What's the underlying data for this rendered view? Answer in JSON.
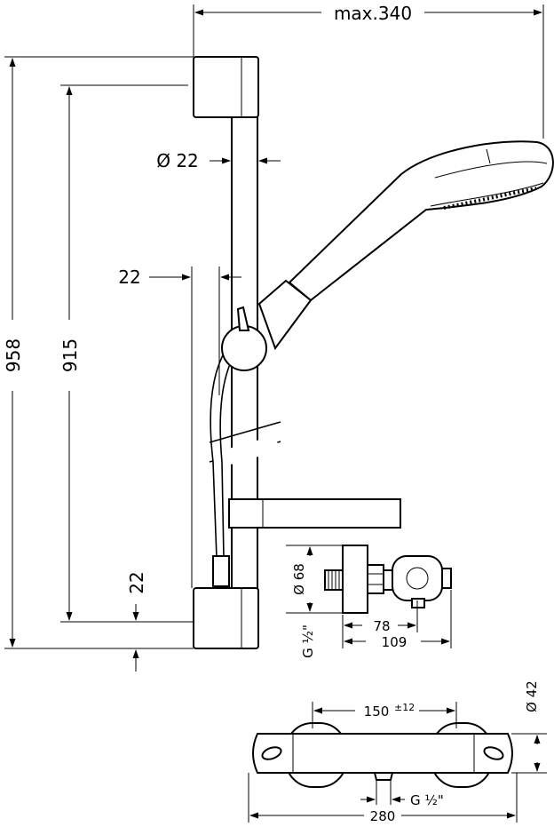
{
  "dimensions": {
    "width_max": "max.340",
    "total_height": "958",
    "rail_length": "915",
    "rail_diameter": "Ø 22",
    "wall_offset": "22",
    "bracket_height": "22",
    "rosette_diameter": "Ø 68",
    "thread_vertical": "G ½\"",
    "depth_78": "78",
    "depth_109": "109",
    "diameter_42": "Ø 42",
    "inlet_spacing": "150",
    "inlet_tolerance": "±12",
    "mixer_length": "280",
    "thread_outlet": "G ½\""
  }
}
